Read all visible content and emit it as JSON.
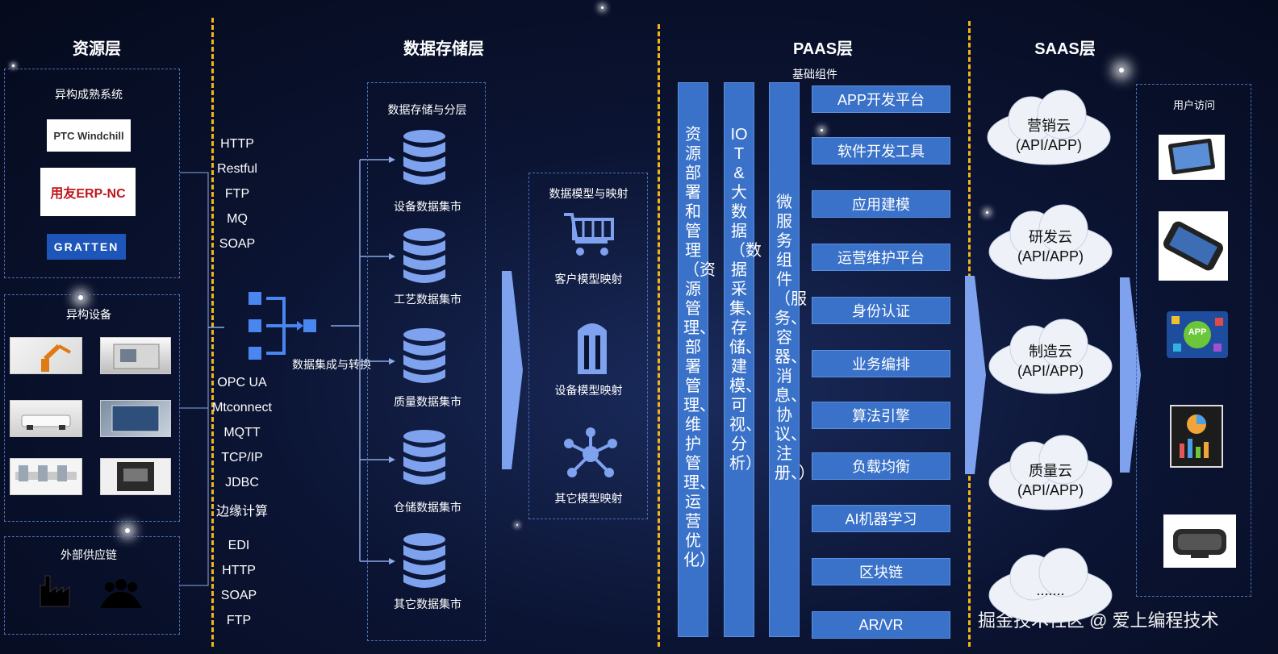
{
  "columns": {
    "resource": "资源层",
    "storage": "数据存储层",
    "paas": "PAAS层",
    "saas": "SAAS层"
  },
  "resource": {
    "group1_title": "异构成熟系统",
    "logos": [
      "PTC Windchill",
      "用友ERP-NC",
      "GRATTEN"
    ],
    "group2_title": "异构设备",
    "group3_title": "外部供应链"
  },
  "protocols": {
    "group1": [
      "HTTP",
      "Restful",
      "FTP",
      "MQ",
      "SOAP"
    ],
    "group2": [
      "OPC UA",
      "Mtconnect",
      "MQTT",
      "TCP/IP",
      "JDBC",
      "边缘计算"
    ],
    "group3": [
      "EDI",
      "HTTP",
      "SOAP",
      "FTP"
    ]
  },
  "integration_label": "数据集成与转换",
  "storage": {
    "title": "数据存储与分层",
    "marts": [
      "设备数据集市",
      "工艺数据集市",
      "质量数据集市",
      "仓储数据集市",
      "其它数据集市"
    ]
  },
  "model": {
    "title": "数据模型与映射",
    "items": [
      "客户模型映射",
      "设备模型映射",
      "其它模型映射"
    ]
  },
  "paas": {
    "base_label": "基础组件",
    "bars": [
      "资源部署和管理（资源管理、部署管理、维护管理、运营优化）",
      "IOT&大数据（数据采集、存储、建模、可视、分析）",
      "微服务组件（服务、容器、消息、协议、注册、）"
    ],
    "components": [
      "APP开发平台",
      "软件开发工具",
      "应用建模",
      "运营维护平台",
      "身份认证",
      "业务编排",
      "算法引擎",
      "负载均衡",
      "AI机器学习",
      "区块链",
      "AR/VR"
    ]
  },
  "saas": {
    "clouds": [
      {
        "name": "营销云",
        "sub": "(API/APP)"
      },
      {
        "name": "研发云",
        "sub": "(API/APP)"
      },
      {
        "name": "制造云",
        "sub": "(API/APP)"
      },
      {
        "name": "质量云",
        "sub": "(API/APP)"
      },
      {
        "name": ".......",
        "sub": ""
      }
    ]
  },
  "user_access": {
    "title": "用户访问",
    "app_badge": "APP"
  },
  "watermark": "掘金技术社区 @ 爱上编程技术",
  "colors": {
    "accent_blue": "#3a72c9",
    "divider_yellow": "#f2b31b",
    "icon_blue": "#7ea2ee"
  }
}
